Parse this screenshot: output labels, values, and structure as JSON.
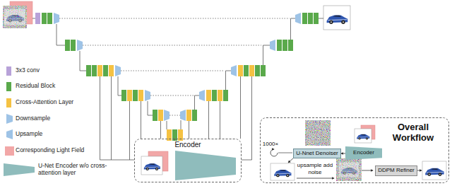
{
  "diagram": {
    "nodes": [
      {
        "text": [
          "Encoder"
        ]
      },
      {
        "text": [
          "Overall Workflow"
        ]
      },
      {
        "text": [
          "U-Nnet Denoiser"
        ],
        "in": 1
      },
      {
        "text": [
          "Encoder"
        ],
        "in": 1
      },
      {
        "text": [
          "DDPM Refiner"
        ],
        "in": 1
      }
    ],
    "edges": [
      {
        "from": 3,
        "to": 2,
        "arrow": "to"
      }
    ],
    "labels": [
      "1000×",
      "upsample add noise"
    ],
    "legend": [
      {
        "text": "3x3 conv",
        "color": "#b8a2d9"
      },
      {
        "text": "Residual Block",
        "color": "#5aa94b"
      },
      {
        "text": "Cross-Attention Layer",
        "color": "#f5c243"
      },
      {
        "text": "Downsample",
        "color": "#9ec3e6"
      },
      {
        "text": "Upsample",
        "color": "#9ec3e6"
      },
      {
        "text": "Corresponding Light Field",
        "color": "#f2a7a7"
      },
      {
        "text": "U-Net Encoder w/o cross-attention layer",
        "color": "#8fbcbc"
      }
    ]
  }
}
